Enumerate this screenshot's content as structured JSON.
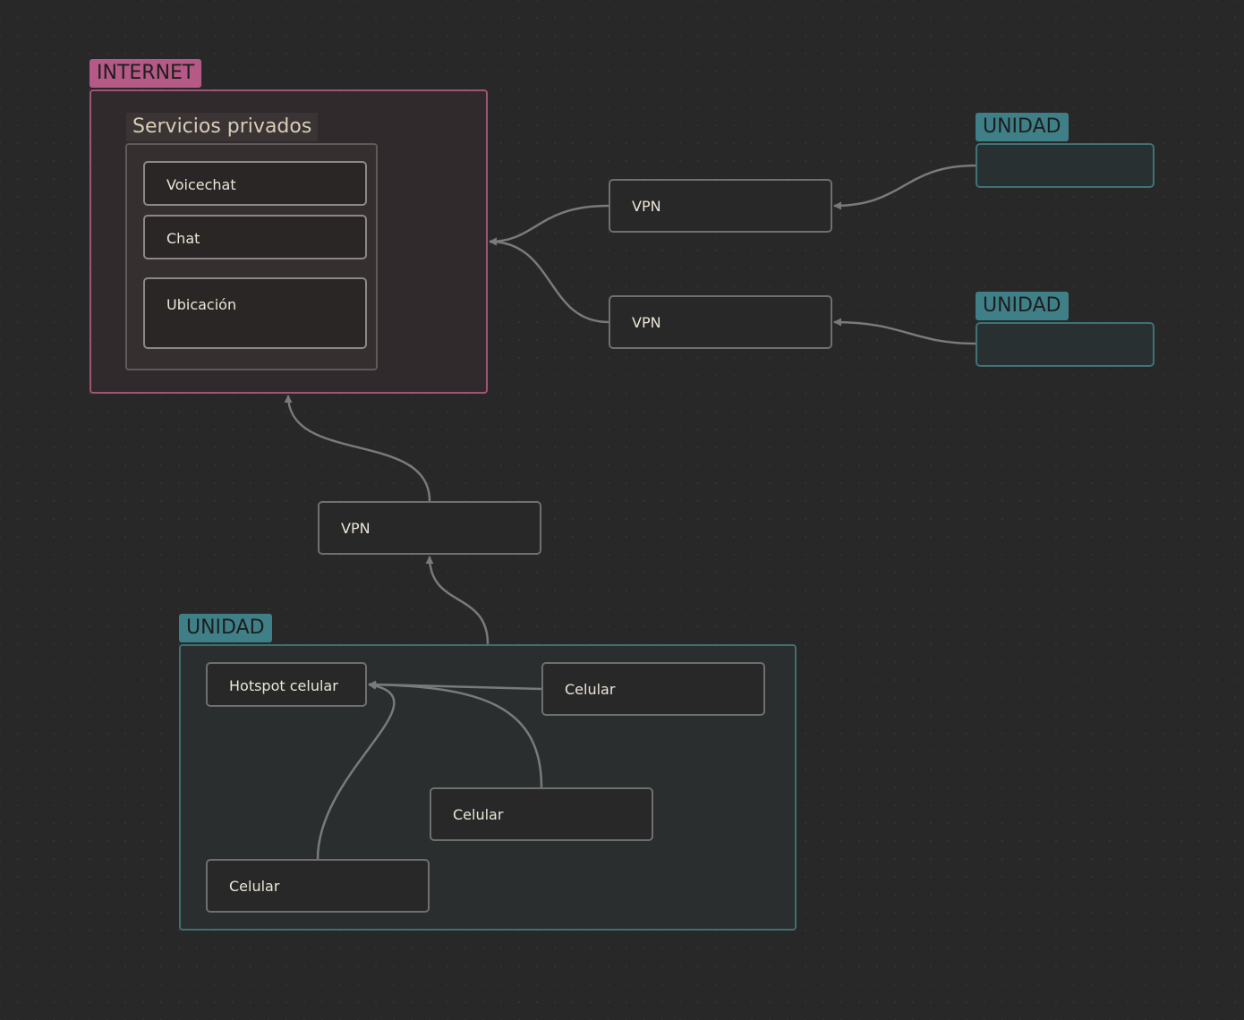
{
  "groups": {
    "internet": {
      "label": "INTERNET"
    },
    "services": {
      "label": "Servicios privados"
    },
    "unidad_main": {
      "label": "UNIDAD"
    },
    "unidad_top": {
      "label": "UNIDAD"
    },
    "unidad_mid": {
      "label": "UNIDAD"
    }
  },
  "nodes": {
    "voicechat": "Voicechat",
    "chat": "Chat",
    "ubicacion": "Ubicación",
    "vpn_top": "VPN",
    "vpn_mid": "VPN",
    "vpn_bottom": "VPN",
    "hotspot": "Hotspot celular",
    "celular_right": "Celular",
    "celular_mid": "Celular",
    "celular_left": "Celular"
  },
  "colors": {
    "background": "#282828",
    "internet_accent": "#b55a86",
    "unidad_accent": "#3f8088",
    "edge": "#7a7a7a",
    "text": "#ebe6d6"
  }
}
